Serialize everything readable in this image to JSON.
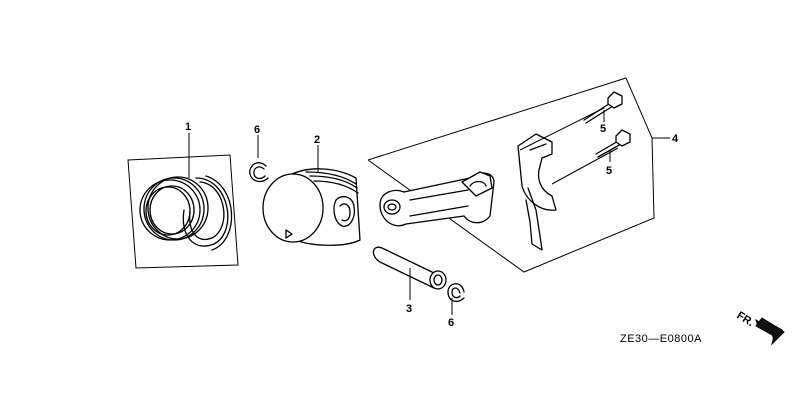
{
  "callouts": {
    "piston_rings": "1",
    "piston": "2",
    "piston_pin": "3",
    "connecting_rod_assembly": "4",
    "rod_bolt_upper": "5",
    "rod_bolt_lower": "5",
    "pin_clip_left": "6",
    "pin_clip_right": "6"
  },
  "diagram_code": "ZE30—E0800A",
  "direction_label": "FR."
}
